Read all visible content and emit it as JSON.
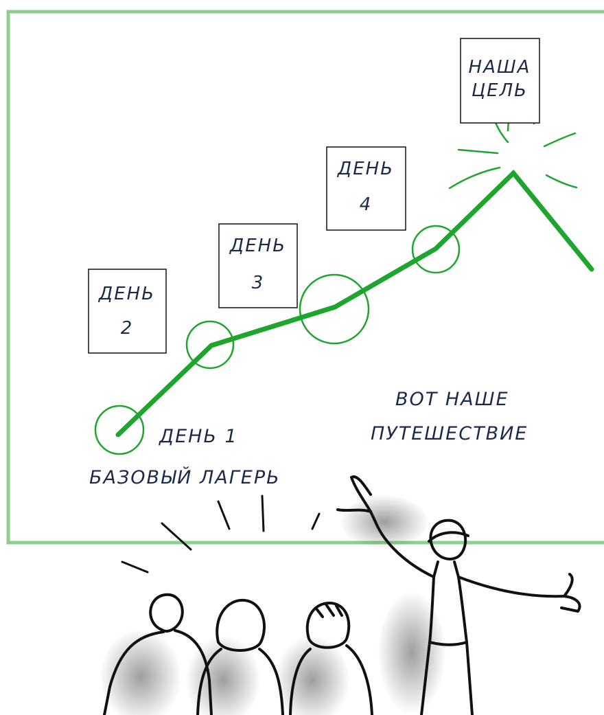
{
  "diagram": {
    "boxes": [
      {
        "id": "day2",
        "line1": "ДЕНЬ",
        "line2": "2"
      },
      {
        "id": "day3",
        "line1": "ДЕНЬ",
        "line2": "3"
      },
      {
        "id": "day4",
        "line1": "ДЕНЬ",
        "line2": "4"
      },
      {
        "id": "goal",
        "line1": "НАША",
        "line2": "ЦЕЛЬ"
      }
    ],
    "day1_label": "ДЕНЬ 1",
    "base_camp_label": "БАЗОВЫЙ ЛАГЕРЬ",
    "journey_line1": "ВОТ НАШЕ",
    "journey_line2": "ПУТЕШЕСТВИЕ"
  },
  "colors": {
    "frame": "#8fce8f",
    "route": "#1ea52e",
    "ink": "#1c2a4a"
  }
}
